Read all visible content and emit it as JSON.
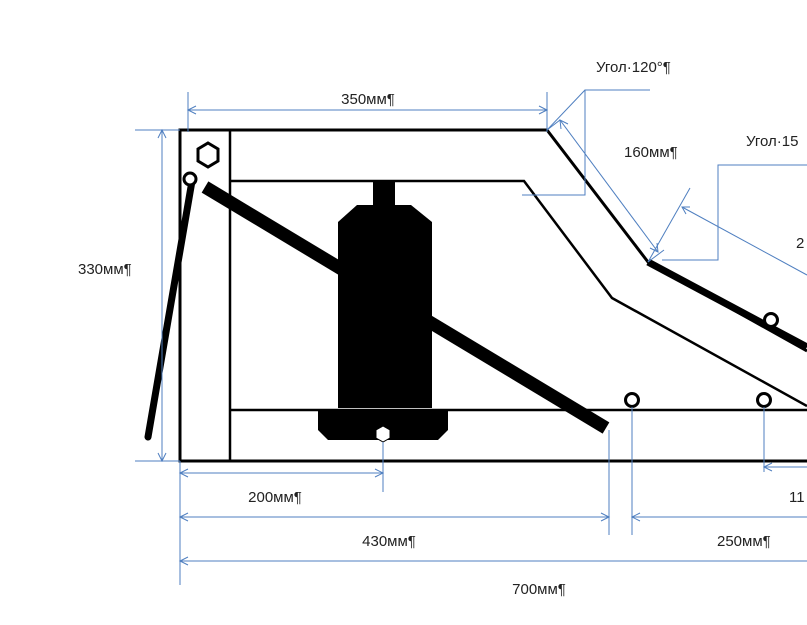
{
  "colors": {
    "dimension_line": "#4f7fc0",
    "structure": "#000000",
    "background": "#ffffff"
  },
  "labels": {
    "top_width": "350мм¶",
    "angle_120": "Угол·120°¶",
    "slope_160": "160мм¶",
    "angle_15x": "Угол·15",
    "right_cut_2": "2",
    "height_330": "330мм¶",
    "jack_200": "200мм¶",
    "bottom_430": "430мм¶",
    "bottom_250": "250мм¶",
    "right_11": "11",
    "total_700": "700мм¶"
  }
}
